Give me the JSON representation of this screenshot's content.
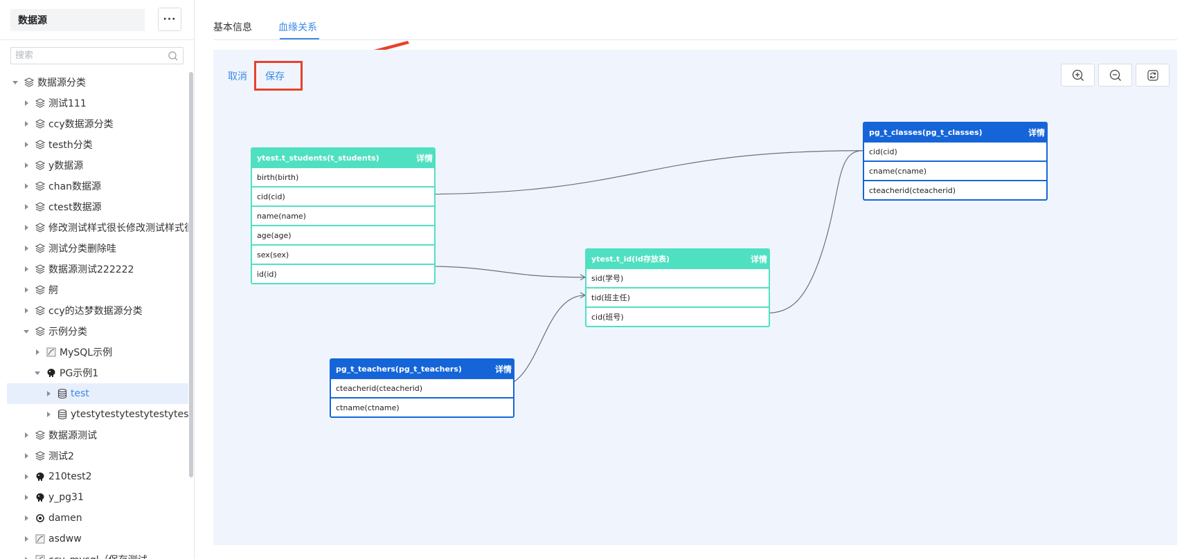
{
  "sidebar": {
    "title": "数据源",
    "more_label": "···",
    "search_placeholder": "搜索",
    "tree": [
      {
        "label": "数据源分类",
        "level": 0,
        "expanded": true,
        "icon": "layers-icon"
      },
      {
        "label": "测试111",
        "level": 1,
        "icon": "layers-icon"
      },
      {
        "label": "ccy数据源分类",
        "level": 1,
        "icon": "layers-icon"
      },
      {
        "label": "testh分类",
        "level": 1,
        "icon": "layers-icon"
      },
      {
        "label": "y数据源",
        "level": 1,
        "icon": "layers-icon"
      },
      {
        "label": "chan数据源",
        "level": 1,
        "icon": "layers-icon"
      },
      {
        "label": "ctest数据源",
        "level": 1,
        "icon": "layers-icon"
      },
      {
        "label": "修改测试样式很长修改测试样式很",
        "level": 1,
        "icon": "layers-icon"
      },
      {
        "label": "测试分类删除哇",
        "level": 1,
        "icon": "layers-icon"
      },
      {
        "label": "数据源测试222222",
        "level": 1,
        "icon": "layers-icon"
      },
      {
        "label": "舸",
        "level": 1,
        "icon": "layers-icon"
      },
      {
        "label": "ccy的达梦数据源分类",
        "level": 1,
        "icon": "layers-icon"
      },
      {
        "label": "示例分类",
        "level": 1,
        "expanded": true,
        "icon": "layers-icon"
      },
      {
        "label": "MySQL示例",
        "level": 2,
        "icon": "mysql-icon"
      },
      {
        "label": "PG示例1",
        "level": 2,
        "expanded": true,
        "icon": "postgres-icon"
      },
      {
        "label": "test",
        "level": 3,
        "icon": "database-icon",
        "selected": true
      },
      {
        "label": "ytestytestytestytestytestytest",
        "level": 3,
        "icon": "database-icon"
      },
      {
        "label": "数据源测试",
        "level": 1,
        "icon": "layers-icon"
      },
      {
        "label": "测试2",
        "level": 1,
        "icon": "layers-icon"
      },
      {
        "label": "210test2",
        "level": 1,
        "icon": "postgres-icon"
      },
      {
        "label": "y_pg31",
        "level": 1,
        "icon": "postgres-icon"
      },
      {
        "label": "damen",
        "level": 1,
        "icon": "dameng-icon"
      },
      {
        "label": "asdww",
        "level": 1,
        "icon": "mysql-icon"
      },
      {
        "label": "ccy_mysql（保存测试",
        "level": 1,
        "icon": "mysql-icon"
      }
    ]
  },
  "tabs": [
    {
      "label": "基本信息",
      "active": false
    },
    {
      "label": "血缘关系",
      "active": true
    }
  ],
  "toolbar": {
    "cancel_label": "取消",
    "save_label": "保存",
    "zoom_in": "zoom-in-icon",
    "zoom_out": "zoom-out-icon",
    "refresh": "refresh-icon"
  },
  "nodes": [
    {
      "id": "students",
      "title": "ytest.t_students(t_students)",
      "detail": "详情",
      "color": "#4fe0c1",
      "fields": [
        "birth(birth)",
        "cid(cid)",
        "name(name)",
        "age(age)",
        "sex(sex)",
        "id(id)"
      ]
    },
    {
      "id": "tid",
      "title": "ytest.t_id(id存放表)",
      "detail": "详情",
      "color": "#4fe0c1",
      "fields": [
        "sid(学号)",
        "tid(班主任)",
        "cid(班号)"
      ]
    },
    {
      "id": "classes",
      "title": "pg_t_classes(pg_t_classes)",
      "detail": "详情",
      "color": "#1565d8",
      "fields": [
        "cid(cid)",
        "cname(cname)",
        "cteacherid(cteacherid)"
      ]
    },
    {
      "id": "teachers",
      "title": "pg_t_teachers(pg_t_teachers)",
      "detail": "详情",
      "color": "#1565d8",
      "fields": [
        "cteacherid(cteacherid)",
        "ctname(ctname)"
      ]
    }
  ],
  "edges": [
    {
      "from": "classes.cid(cid)",
      "to": "students.cid(cid)"
    },
    {
      "from": "students.id(id)",
      "to": "tid.sid(学号)"
    },
    {
      "from": "teachers.cteacherid(cteacherid)",
      "to": "tid.tid(班主任)"
    },
    {
      "from": "classes.cid(cid)",
      "to": "tid.cid(班号)"
    }
  ],
  "colors": {
    "accent": "#3b8ae8",
    "highlight": "#e8412c",
    "canvas": "#f0f5fd"
  }
}
